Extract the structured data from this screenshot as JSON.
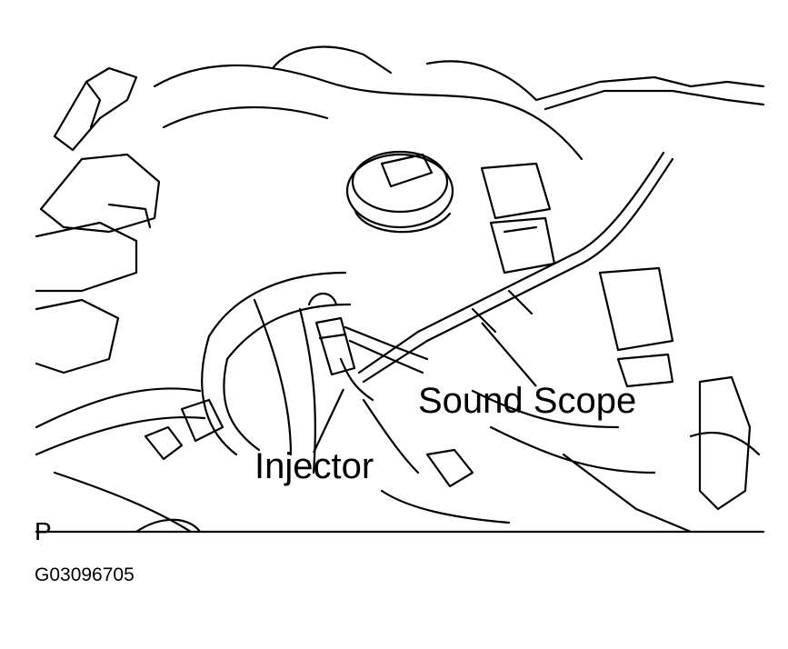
{
  "labels": {
    "injector": "Injector",
    "sound_scope": "Sound Scope",
    "view_marker": "P",
    "figure_code": "G03096705"
  }
}
